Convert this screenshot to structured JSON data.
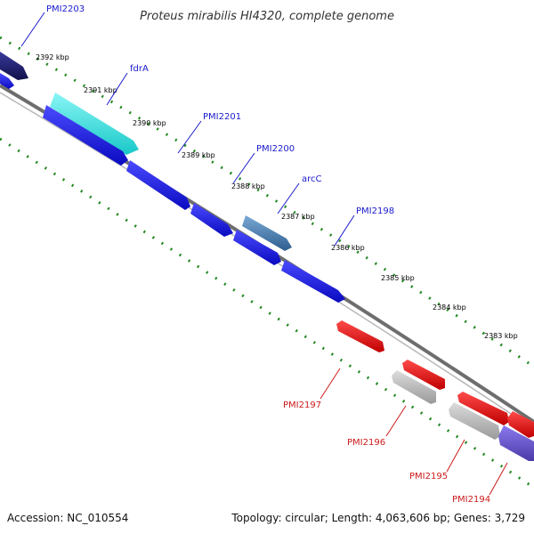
{
  "title": "Proteus mirabilis HI4320, complete genome",
  "ticks": [
    "2392 kbp",
    "2391 kbp",
    "2390 kbp",
    "2389 kbp",
    "2388 kbp",
    "2387 kbp",
    "2386 kbp",
    "2385 kbp",
    "2384 kbp",
    "2383 kbp"
  ],
  "genes_forward": [
    {
      "label": "PMI2203",
      "color": "#1a1a6e"
    },
    {
      "label": "fdrA",
      "color": "#33e0e0"
    },
    {
      "label": "PMI2201",
      "color": "#1a1ae6"
    },
    {
      "label": "PMI2200",
      "color": "#1a1ae6"
    },
    {
      "label": "arcC",
      "color": "#4a78a8"
    },
    {
      "label": "PMI2198",
      "color": "#1a1ae6"
    }
  ],
  "genes_reverse": [
    {
      "label": "PMI2197",
      "color": "#e61a1a"
    },
    {
      "label": "PMI2196",
      "color": "#b0b0b0"
    },
    {
      "label": "PMI2195",
      "color": "#b0b0b0"
    },
    {
      "label": "PMI2194",
      "color": "#6a5acd"
    }
  ],
  "footer": {
    "accession": "Accession: NC_010554",
    "summary": "Topology: circular; Length: 4,063,606 bp; Genes: 3,729"
  }
}
